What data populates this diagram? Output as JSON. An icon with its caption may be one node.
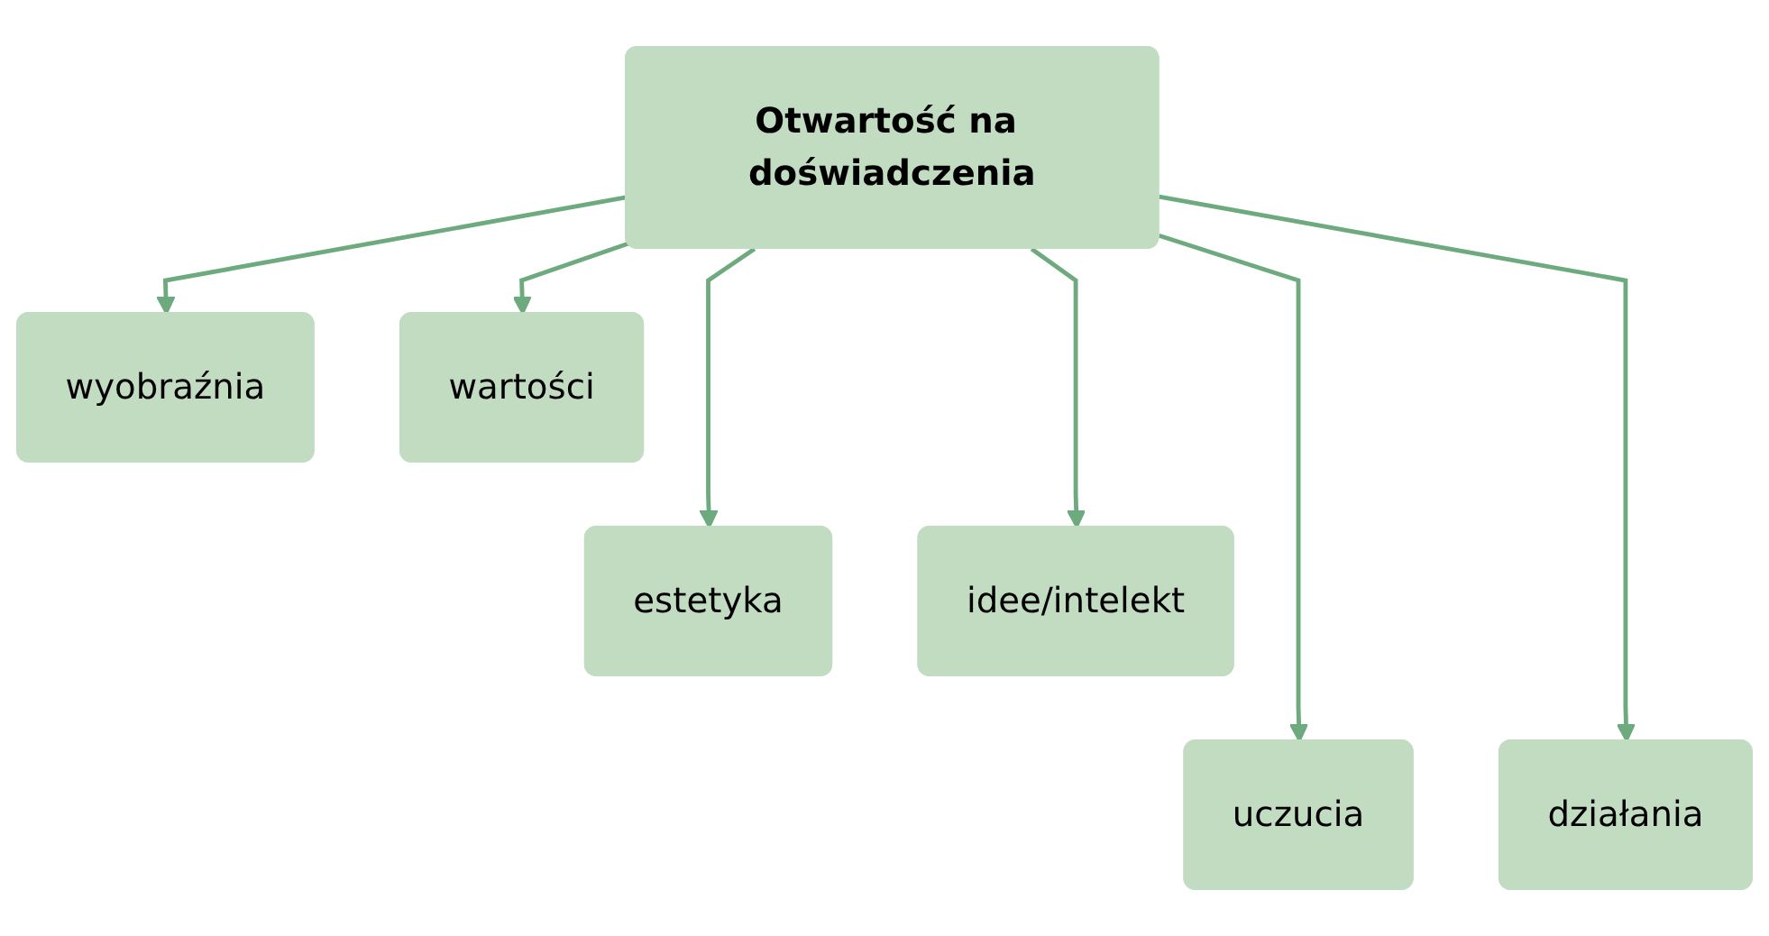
{
  "diagram": {
    "nodes": [
      {
        "text": [
          "Otwartość na doświadczenia"
        ]
      },
      {
        "text": [
          "wyobraźnia"
        ]
      },
      {
        "text": [
          "wartości"
        ]
      },
      {
        "text": [
          "estetyka"
        ]
      },
      {
        "text": [
          "idee/intelekt"
        ]
      },
      {
        "text": [
          "uczucia"
        ]
      },
      {
        "text": [
          "działania"
        ]
      }
    ],
    "edges": [
      {
        "from": 0,
        "to": 1,
        "arrow": "to"
      },
      {
        "from": 0,
        "to": 3,
        "arrow": "to"
      },
      {
        "from": 0,
        "to": 5,
        "arrow": "to"
      },
      {
        "from": 0,
        "to": 6,
        "arrow": "to"
      },
      {
        "from": 0,
        "to": 4,
        "arrow": "to"
      },
      {
        "from": 0,
        "to": 2,
        "arrow": "to"
      }
    ]
  }
}
